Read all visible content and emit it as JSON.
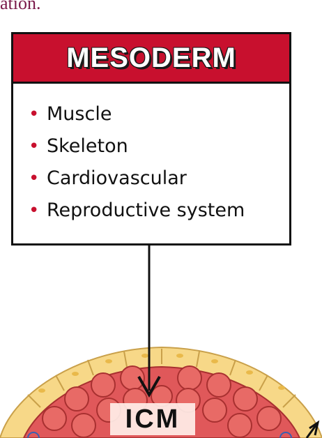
{
  "top_fragment_text": "ation.",
  "mesoderm": {
    "title": "MESODERM",
    "items": [
      "Muscle",
      "Skeleton",
      "Cardiovascular",
      "Reproductive system"
    ]
  },
  "icm_label": "ICM",
  "colors": {
    "header_red": "#c8102e",
    "cell_red": "#e0585a",
    "trophoblast_yellow": "#f7d888",
    "fragment_text": "#7a1a4a"
  }
}
